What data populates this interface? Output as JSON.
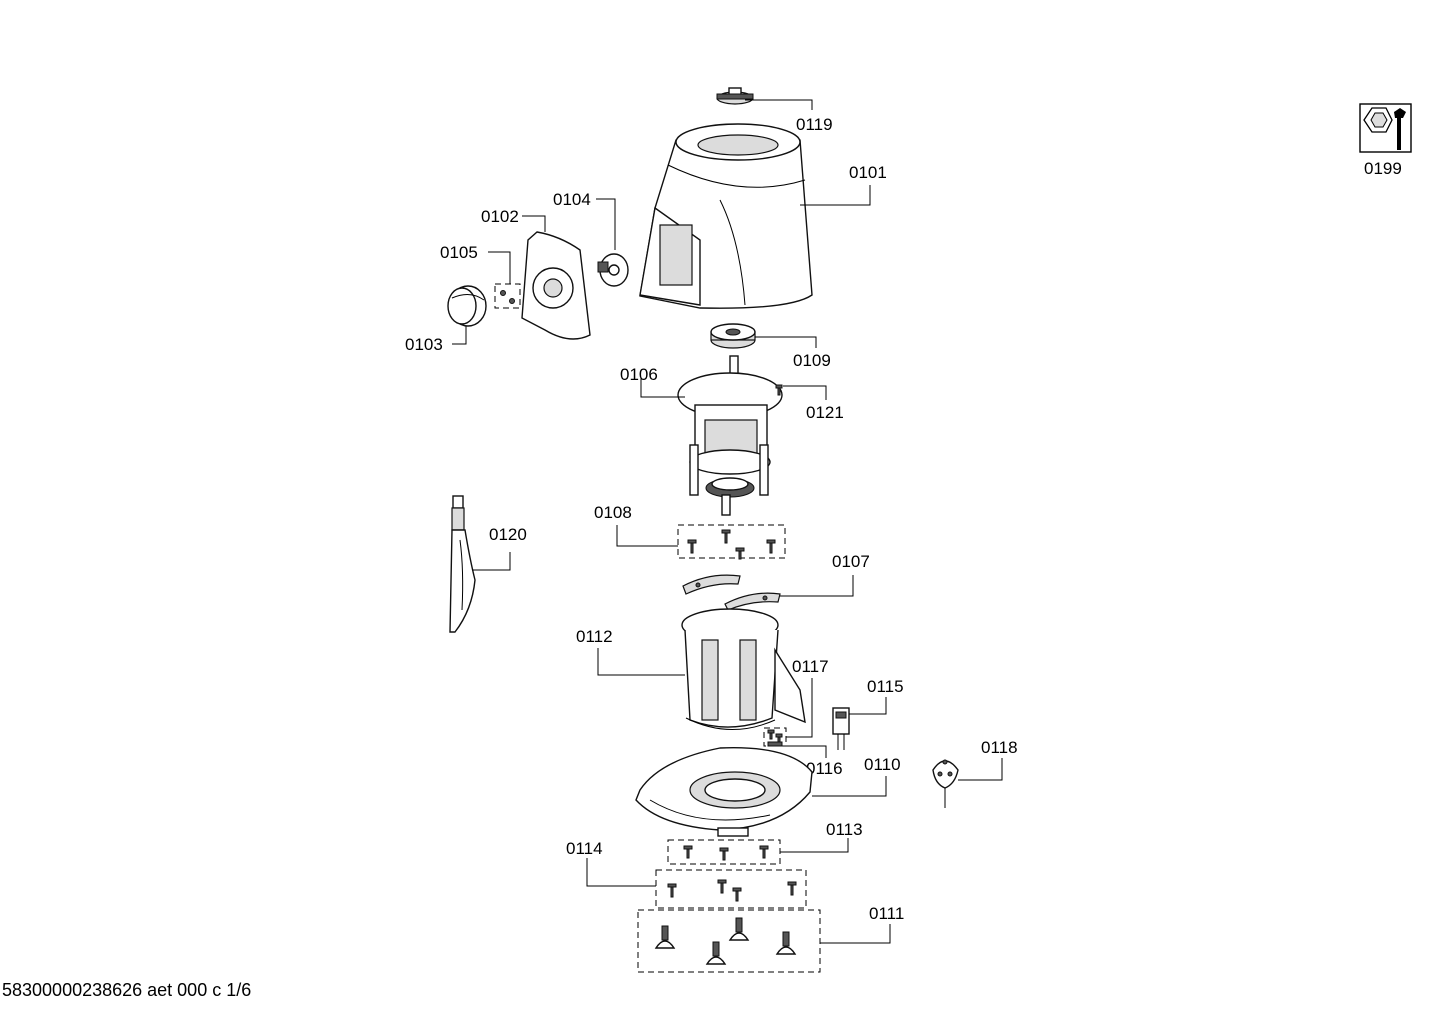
{
  "labels": {
    "p0101": "0101",
    "p0102": "0102",
    "p0103": "0103",
    "p0104": "0104",
    "p0105": "0105",
    "p0106": "0106",
    "p0107": "0107",
    "p0108": "0108",
    "p0109": "0109",
    "p0110": "0110",
    "p0111": "0111",
    "p0112": "0112",
    "p0113": "0113",
    "p0114": "0114",
    "p0115": "0115",
    "p0116": "0116",
    "p0117": "0117",
    "p0118": "0118",
    "p0119": "0119",
    "p0120": "0120",
    "p0121": "0121",
    "p0199": "0199"
  },
  "footer": {
    "doc_id": "58300000238626 aet 000 c 1/6"
  },
  "icons": {
    "service_kit": "wrench-nut-icon"
  }
}
